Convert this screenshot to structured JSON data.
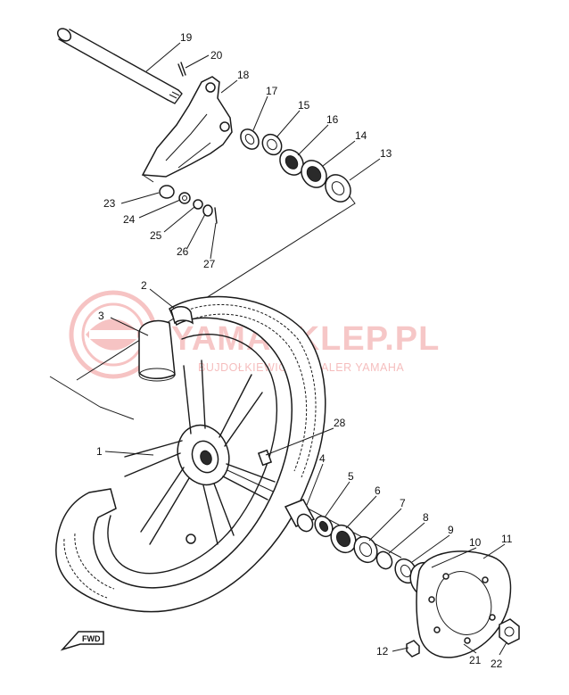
{
  "watermark": {
    "title": "YAMASKLEP.PL",
    "subtitle": "BUJDOŁKIEWICZ | DEALER YAMAHA",
    "color": "#e23b3b"
  },
  "direction_label": "FWD",
  "callouts": [
    {
      "id": "c1",
      "text": "1"
    },
    {
      "id": "c2",
      "text": "2"
    },
    {
      "id": "c3",
      "text": "3"
    },
    {
      "id": "c4",
      "text": "4"
    },
    {
      "id": "c5",
      "text": "5"
    },
    {
      "id": "c6",
      "text": "6"
    },
    {
      "id": "c7",
      "text": "7"
    },
    {
      "id": "c8",
      "text": "8"
    },
    {
      "id": "c9",
      "text": "9"
    },
    {
      "id": "c10",
      "text": "10"
    },
    {
      "id": "c11",
      "text": "11"
    },
    {
      "id": "c12",
      "text": "12"
    },
    {
      "id": "c13",
      "text": "13"
    },
    {
      "id": "c14",
      "text": "14"
    },
    {
      "id": "c15",
      "text": "15"
    },
    {
      "id": "c16",
      "text": "16"
    },
    {
      "id": "c17",
      "text": "17"
    },
    {
      "id": "c18",
      "text": "18"
    },
    {
      "id": "c19",
      "text": "19"
    },
    {
      "id": "c20",
      "text": "20"
    },
    {
      "id": "c21",
      "text": "21"
    },
    {
      "id": "c22",
      "text": "22"
    },
    {
      "id": "c23",
      "text": "23"
    },
    {
      "id": "c24",
      "text": "24"
    },
    {
      "id": "c25",
      "text": "25"
    },
    {
      "id": "c26",
      "text": "26"
    },
    {
      "id": "c27",
      "text": "27"
    },
    {
      "id": "c28",
      "text": "28"
    }
  ]
}
